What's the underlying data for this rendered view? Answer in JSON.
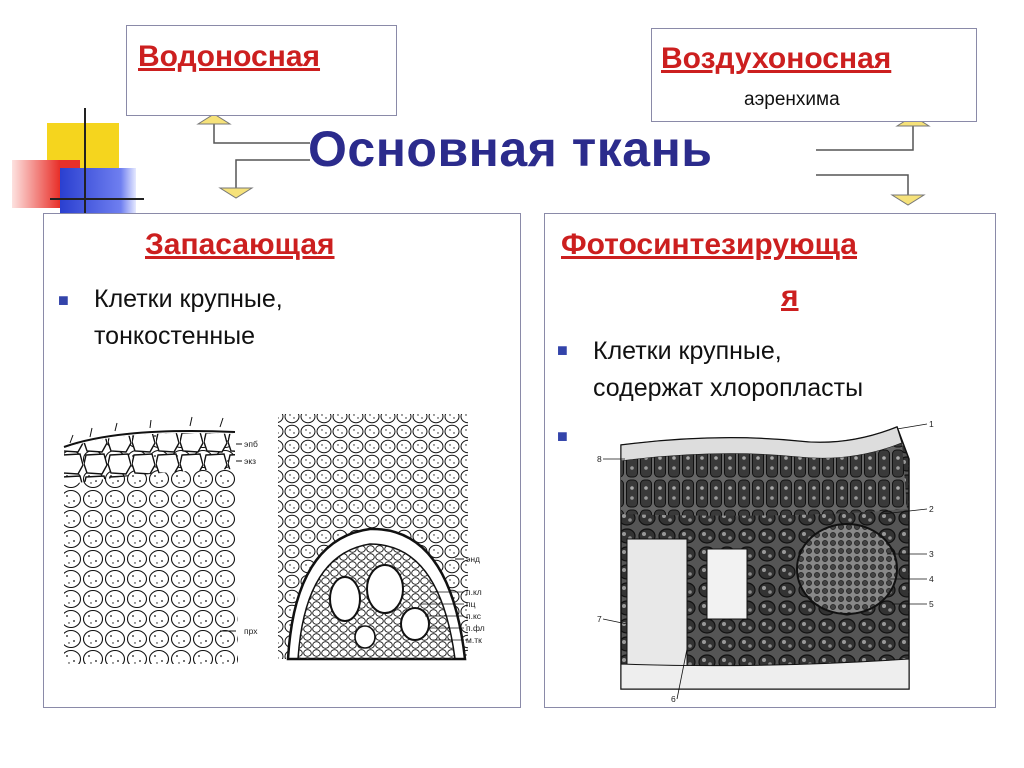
{
  "slide": {
    "title": "Основная ткань",
    "water_box": {
      "title": "Водоносная"
    },
    "air_box": {
      "title": "Воздухоносная",
      "subtitle": "аэренхима"
    },
    "storage_panel": {
      "title": "Запасающая",
      "bullets": [
        "Клетки крупные,",
        "тонкостенные"
      ],
      "figure_labels": [
        "эпб",
        "экз",
        "прх",
        "энд",
        "п.кл",
        "пц",
        "п.кс",
        "п.фл",
        "м.тк"
      ]
    },
    "photo_panel": {
      "title_line1": "Фотосинтезирующа",
      "title_line2": "я",
      "bullets": [
        "Клетки крупные,",
        "содержат хлоропласты"
      ],
      "figure_labels": [
        "1",
        "2",
        "3",
        "4",
        "5",
        "6",
        "7",
        "8"
      ]
    }
  },
  "colors": {
    "title": "#2b2b8c",
    "heading_red": "#cc1f1f",
    "arrow_fill": "#f6e27a",
    "accent_yellow": "#f5d51e",
    "accent_red": "#e8302a",
    "accent_blue": "#2a3fd0"
  }
}
